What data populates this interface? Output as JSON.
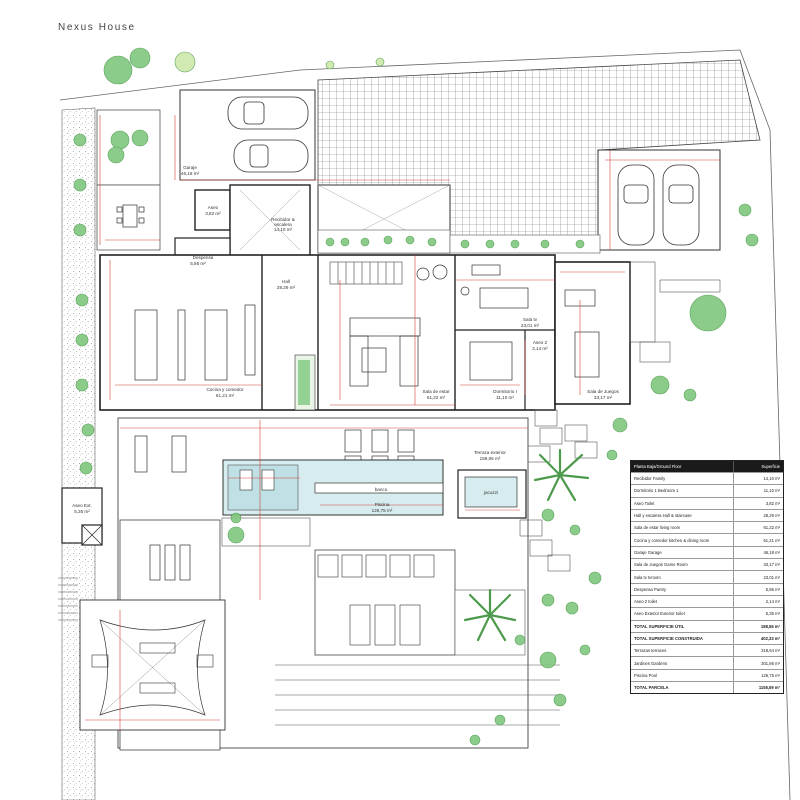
{
  "header": {
    "brand": "Nexus House"
  },
  "rooms": {
    "garage_left": "Garaje",
    "garage_left_area": "46,18 m²",
    "aseo": "Aseo",
    "aseo_area": "3,82 m²",
    "recibidor": "Recibidor &",
    "recibidor_2": "escalera",
    "recibidor_area": "14,10 m²",
    "despensa": "Despensa",
    "despensa_area": "5,86 m²",
    "hall": "Hall",
    "hall_area": "28,29 m²",
    "cocina": "Cocina y comedor",
    "cocina_area": "61,21 m²",
    "sala_estar": "Sala de estar",
    "sala_estar_area": "61,22 m²",
    "sala_tv": "Sala tv",
    "sala_tv_area": "23,01 m²",
    "aseo2": "Aseo 2",
    "aseo2_area": "2,14 m²",
    "dormitorio": "Dormitorio I",
    "dormitorio_area": "11,10 m²",
    "sala_juegos": "Sala de Juegos",
    "sala_juegos_area": "33,17 m²",
    "terraza": "Terraza exterior",
    "terraza_area": "159,06 m²",
    "banco": "banco",
    "jacuzzi": "jacuzzi",
    "piscina": "Piscina",
    "piscina_area": "126,75 m²",
    "aseo_ext": "Aseo Ext.",
    "aseo_ext_area": "5,35 m²"
  },
  "table": {
    "header": [
      "Planta Baja/Ground Floor",
      "Superficie"
    ],
    "rows": [
      {
        "name": "Recibidor  Family",
        "value": "14,10 m²",
        "bold": false
      },
      {
        "name": "Dormitorio 1  Bedroom 1",
        "value": "11,10 m²",
        "bold": false
      },
      {
        "name": "Aseo  Toilet",
        "value": "3,82 m²",
        "bold": false
      },
      {
        "name": "Hall y escalera  Hall & staircase",
        "value": "28,29 m²",
        "bold": false
      },
      {
        "name": "Sala de estar  living room",
        "value": "61,22 m²",
        "bold": false
      },
      {
        "name": "Cocina y comedor  kitchen & dining room",
        "value": "61,21 m²",
        "bold": false
      },
      {
        "name": "Garaje  Garage",
        "value": "46,18 m²",
        "bold": false
      },
      {
        "name": "Sala de Juegos  Game Room",
        "value": "33,17 m²",
        "bold": false
      },
      {
        "name": "Sala tv  tvroom",
        "value": "23,01 m²",
        "bold": false
      },
      {
        "name": "Despensa  Pantry",
        "value": "5,86 m²",
        "bold": false
      },
      {
        "name": "Aseo 2  toilet",
        "value": "2,14 m²",
        "bold": false
      },
      {
        "name": "Aseo Exterior  Exterior toilet",
        "value": "5,35 m²",
        "bold": false
      },
      {
        "name": "TOTAL SUPERFICIE ÚTIL",
        "value": "188,56 m²",
        "bold": true
      },
      {
        "name": "TOTAL SUPERFICIE CONSTRUIDA",
        "value": "402,33 m²",
        "bold": true
      },
      {
        "name": "Terrazas  terraces",
        "value": "318,64 m²",
        "bold": false
      },
      {
        "name": "Jardines  Gardens",
        "value": "301,86 m²",
        "bold": false
      },
      {
        "name": "Piscina  Pool",
        "value": "126,75 m²",
        "bold": false
      },
      {
        "name": "TOTAL PARCELA",
        "value": "1155,59 m²",
        "bold": true
      }
    ]
  }
}
